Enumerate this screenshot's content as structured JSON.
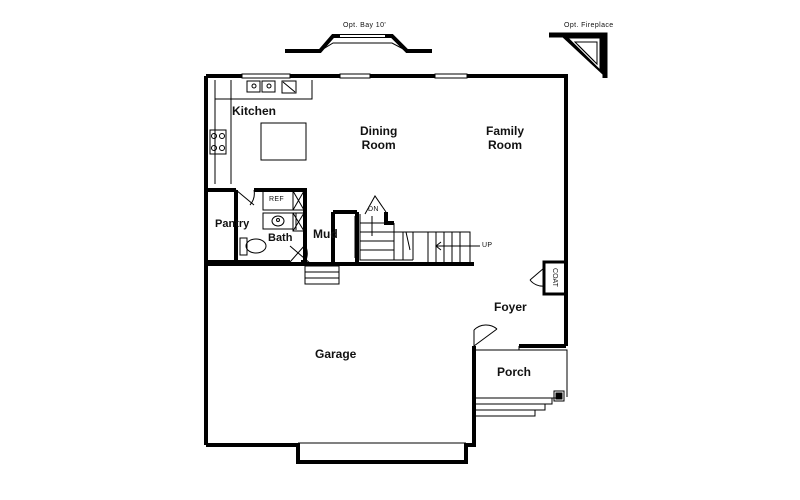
{
  "options": {
    "bay_label": "Opt. Bay 10'",
    "fireplace_label": "Opt. Fireplace"
  },
  "rooms": {
    "kitchen": "Kitchen",
    "dining_line1": "Dining",
    "dining_line2": "Room",
    "family_line1": "Family",
    "family_line2": "Room",
    "pantry": "Pantry",
    "bath": "Bath",
    "mud": "Mud",
    "foyer": "Foyer",
    "garage": "Garage",
    "porch": "Porch"
  },
  "fixtures": {
    "ref": "REF",
    "coat": "COAT",
    "stair_down": "DN",
    "stair_up": "UP"
  }
}
